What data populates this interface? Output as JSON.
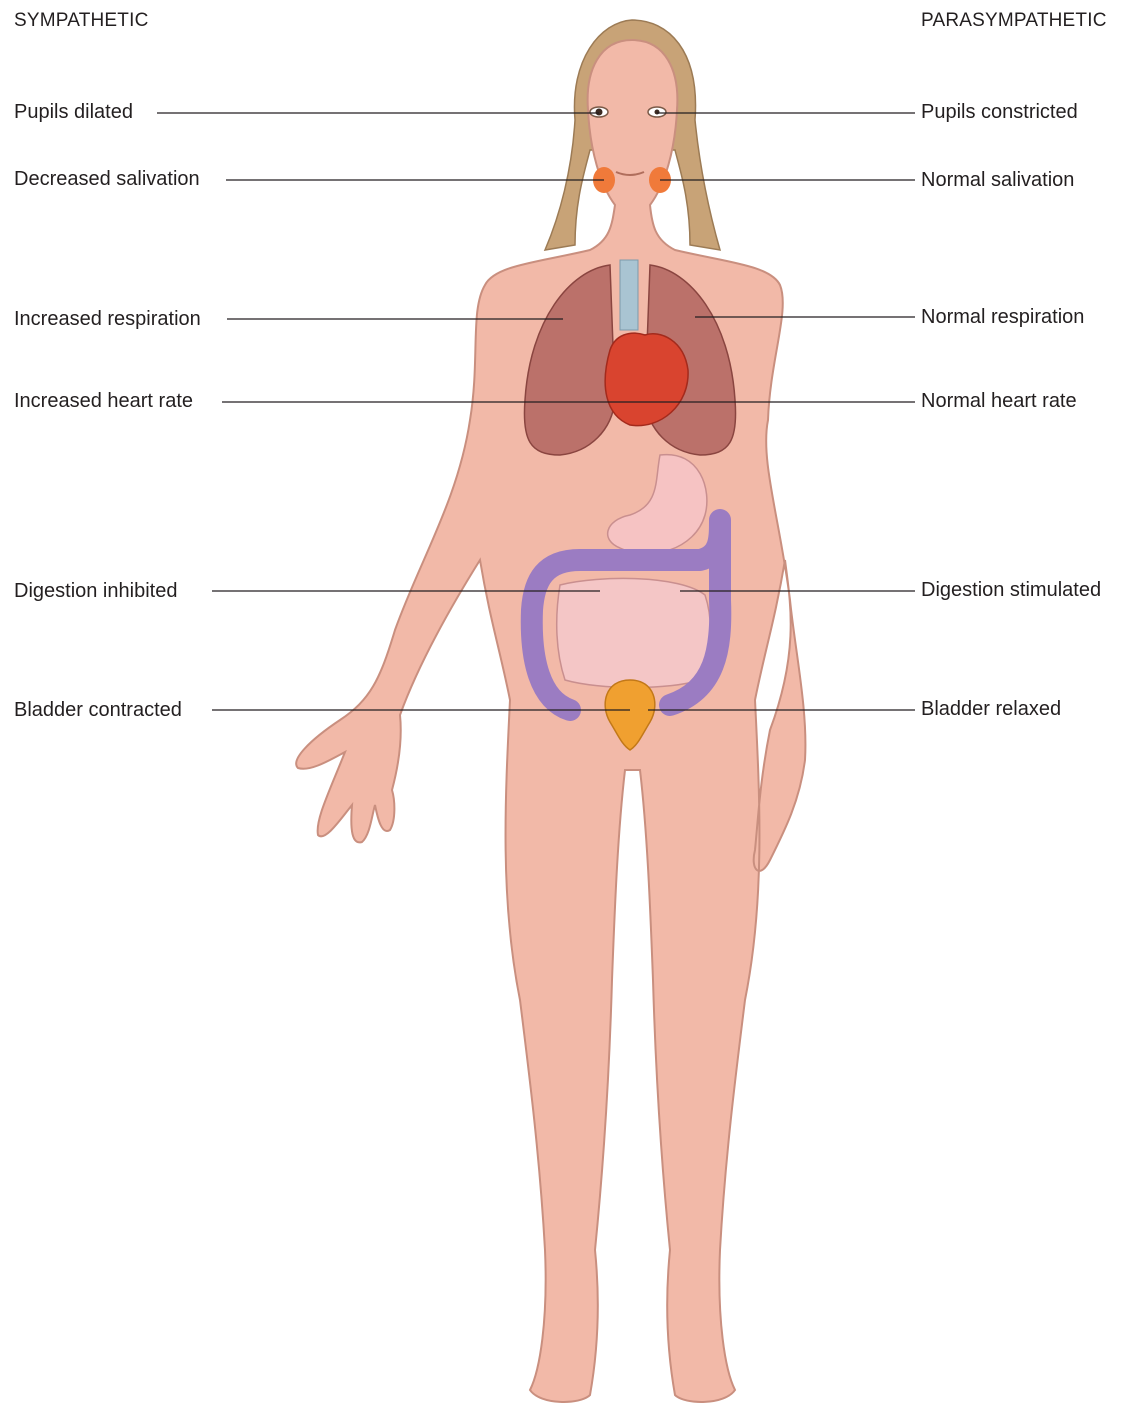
{
  "headers": {
    "left": "SYMPATHETIC",
    "right": "PARASYMPATHETIC"
  },
  "sympathetic": [
    "Pupils dilated",
    "Decreased salivation",
    "Increased respiration",
    "Increased heart rate",
    "Digestion inhibited",
    "Bladder contracted"
  ],
  "parasympathetic": [
    "Pupils constricted",
    "Normal salivation",
    "Normal respiration",
    "Normal heart rate",
    "Digestion stimulated",
    "Bladder relaxed"
  ],
  "colors": {
    "skin": "#f2b9a8",
    "skin_outline": "#c98f7f",
    "hair": "#c8a377",
    "lungs": "#a85a55",
    "heart": "#d9442f",
    "trachea": "#a9c4d2",
    "stomach": "#f6c3c3",
    "colon": "#9b7cc2",
    "small_intestine": "#f4c6c6",
    "bladder": "#f0a030",
    "salivary_glands": "#f07a3a",
    "leader_line": "#231f20"
  }
}
